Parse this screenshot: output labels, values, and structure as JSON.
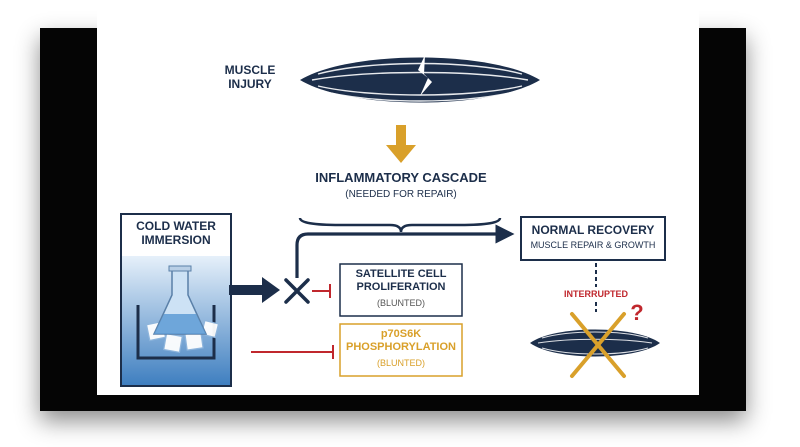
{
  "muscle_injury": {
    "line1": "MUSCLE",
    "line2": "INJURY"
  },
  "inflammatory": {
    "title": "INFLAMMATORY CASCADE",
    "subtitle": "(NEEDED FOR REPAIR)"
  },
  "cold_water": {
    "line1": "COLD WATER",
    "line2": "IMMERSION"
  },
  "normal_recovery": {
    "title": "NORMAL RECOVERY",
    "subtitle": "MUSCLE REPAIR & GROWTH"
  },
  "satellite": {
    "line1": "SATELLITE CELL",
    "line2": "PROLIFERATION",
    "status": "(BLUNTED)"
  },
  "p70": {
    "line1": "p70S6K",
    "line2": "PHOSPHORYLATION",
    "status": "(BLUNTED)"
  },
  "interrupted": "INTERRUPTED",
  "question_mark": "?",
  "colors": {
    "navy": "#1c2e4a",
    "gold": "#d9a02a",
    "red": "#c0272d",
    "water": "#4f8ec9"
  }
}
